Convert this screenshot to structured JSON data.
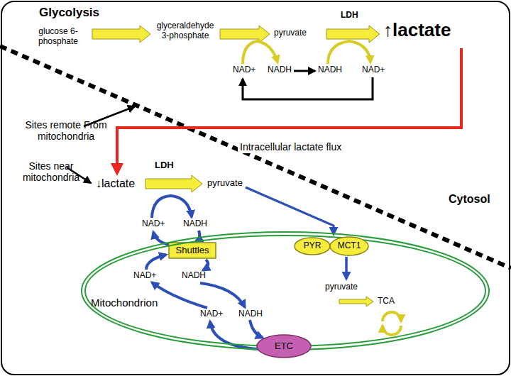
{
  "diagram": {
    "nodes": [
      {
        "text": [
          "Shuttles"
        ]
      },
      {
        "text": [
          "Mitochondrion"
        ]
      },
      {
        "text": [
          "PYR"
        ]
      },
      {
        "text": [
          "MCT1"
        ]
      },
      {
        "text": [
          "ETC"
        ],
        "in": 1
      }
    ],
    "labels": [
      "Glycolysis",
      "glucose 6-phosphate",
      "glyceraldehyde 3-phosphate",
      "LDH",
      "pyruvate",
      "↑lactate",
      "NAD+",
      "NADH",
      "NADH",
      "NAD+",
      "Sites remote From mitochondria",
      "LDH",
      "Intracellular lactate flux",
      "Sites near mitochondria",
      "↓lactate",
      "pyruvate",
      "Cytosol",
      "NAD+",
      "NADH",
      "NAD+",
      "NADH",
      "pyruvate",
      "TCA",
      "NAD+",
      "NADH"
    ]
  }
}
